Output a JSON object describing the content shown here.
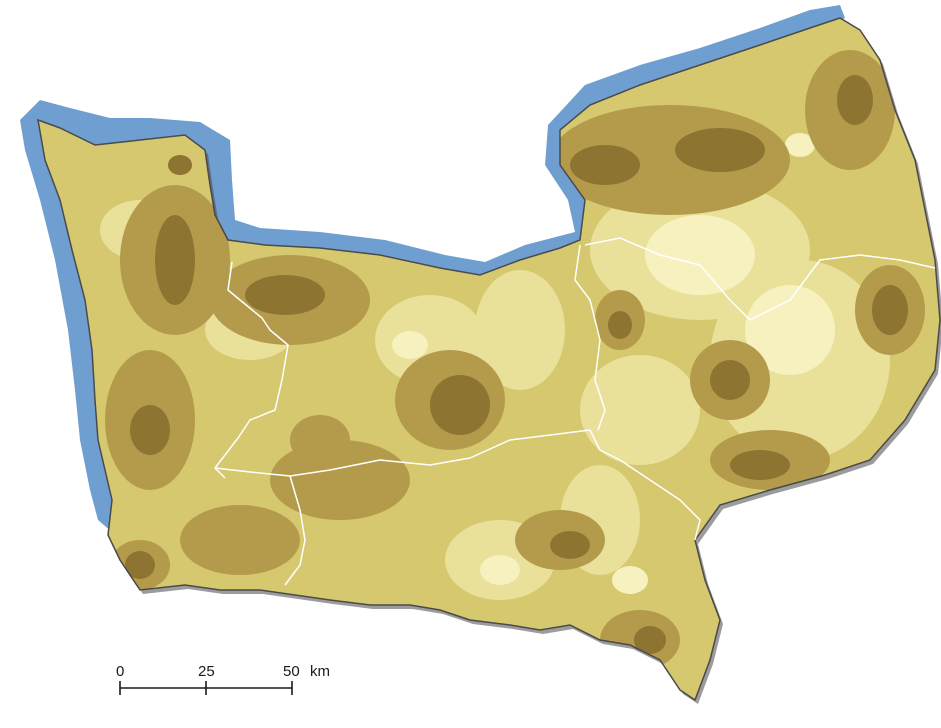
{
  "map": {
    "colors": {
      "sea_band": "#6f9fd1",
      "land_lightest": "#f6f1bf",
      "land_light": "#e9e09a",
      "land_mid": "#d6c86f",
      "land_dark": "#b49b4c",
      "land_darkest": "#8d7431",
      "coast_shadow": "#4a4a4a",
      "boundary": "#ffffff"
    },
    "scale_bar": {
      "ticks": [
        "0",
        "25",
        "50"
      ],
      "unit": "km"
    }
  }
}
